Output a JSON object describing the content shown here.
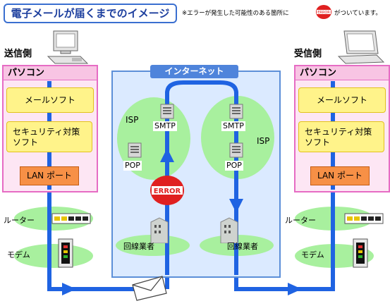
{
  "title": "電子メールが届くまでのイメージ",
  "note": {
    "before": "※エラーが発生した可能性のある箇所に",
    "badge": "ERROR",
    "after": "がついています。"
  },
  "sender": {
    "heading": "送信側",
    "pc_label": "パソコン",
    "mail_software": "メールソフト",
    "security_software": "セキュリティ対策\nソフト",
    "lan_port": "LAN ポート",
    "router": "ルーター",
    "modem": "モデム"
  },
  "receiver": {
    "heading": "受信側",
    "pc_label": "パソコン",
    "mail_software": "メールソフト",
    "security_software": "セキュリティ対策\nソフト",
    "lan_port": "LAN ポート",
    "router": "ルーター",
    "modem": "モデム"
  },
  "internet": {
    "label": "インターネット",
    "left_isp": "ISP",
    "right_isp": "ISP",
    "smtp_left": "SMTP",
    "pop_left": "POP",
    "smtp_right": "SMTP",
    "pop_right": "POP",
    "error": "ERROR",
    "line_left": "回線業者",
    "line_right": "回線業者"
  },
  "colors": {
    "arrow": "#1f63e2",
    "pink_frame": "#e66cc4",
    "green": "#a8f09e",
    "error": "#e02020"
  },
  "icons": [
    "desktop-pc-icon",
    "laptop-pc-icon",
    "server-icon",
    "router-icon",
    "modem-icon",
    "envelope-icon",
    "error-badge-icon"
  ]
}
